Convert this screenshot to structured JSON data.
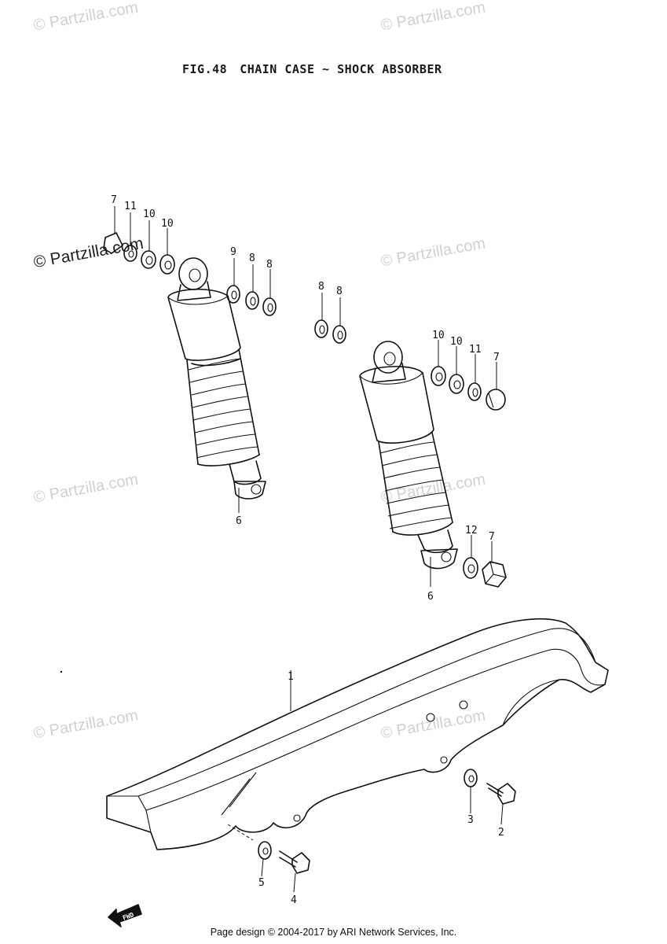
{
  "title": {
    "fig": "FIG.48",
    "name": "CHAIN CASE ~ SHOCK ABSORBER"
  },
  "watermark": "© Partzilla.com",
  "fwd_label": "FWD",
  "footer": "Page design © 2004-2017 by ARI Network Services, Inc.",
  "callouts": {
    "c1": "1",
    "c2": "2",
    "c3": "3",
    "c4": "4",
    "c5": "5",
    "c6a": "6",
    "c6b": "6",
    "c7a": "7",
    "c7b": "7",
    "c7c": "7",
    "c8a": "8",
    "c8b": "8",
    "c8c": "8",
    "c8d": "8",
    "c9": "9",
    "c10a": "10",
    "c10b": "10",
    "c10c": "10",
    "c10d": "10",
    "c11a": "11",
    "c11b": "11",
    "c12": "12"
  },
  "colors": {
    "ink": "#111111",
    "watermark": "#969696",
    "background": "#ffffff"
  }
}
